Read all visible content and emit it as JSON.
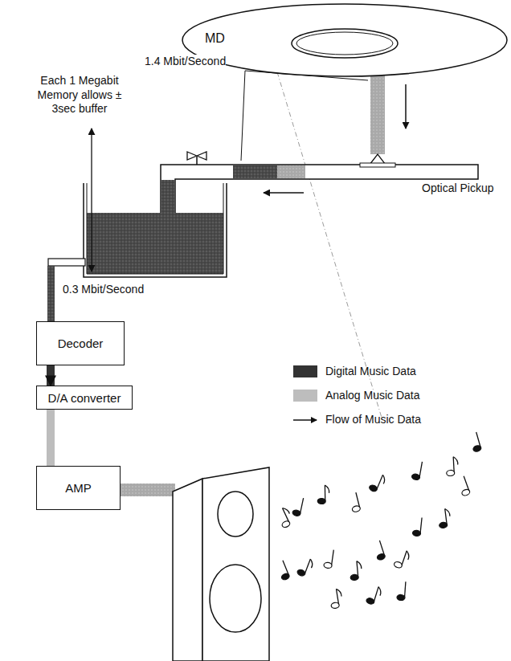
{
  "diagram": {
    "nodes": [
      {
        "text": [
          "MD"
        ]
      },
      {
        "text": [
          "Decoder"
        ]
      },
      {
        "text": [
          "D/A converter"
        ]
      },
      {
        "text": [
          "AMP"
        ]
      }
    ],
    "edges": [
      {
        "from": 1,
        "to": 2,
        "arrow": "to"
      },
      {
        "from": 2,
        "to": 3,
        "arrow": "none"
      }
    ],
    "labels": [
      "1.4 Mbit/Second",
      "Each 1 Megabit Memory allows ± 3sec buffer",
      "Optical Pickup",
      "0.3 Mbit/Second"
    ],
    "legend": [
      {
        "text": "Digital Music Data",
        "color": "#333333"
      },
      {
        "text": "Analog Music Data",
        "color": "#bdbdbd"
      },
      {
        "text": "Flow of Music Data"
      }
    ]
  }
}
